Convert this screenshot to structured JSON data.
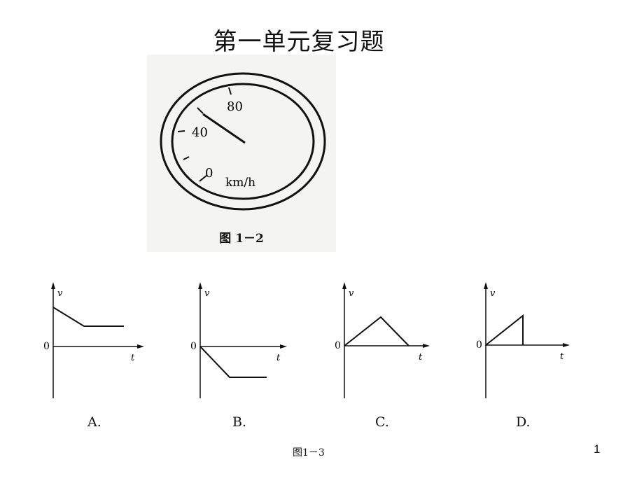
{
  "slide": {
    "title": "第一单元复习题",
    "page_number": "1"
  },
  "speedometer": {
    "tick_labels": [
      "80",
      "40",
      "0"
    ],
    "unit": "km/h",
    "caption": "图 1－2"
  },
  "graphs": {
    "axis_v": "v",
    "axis_t": "t",
    "origin": "0",
    "options": [
      {
        "label": "A.",
        "shape": "decreasing-then-constant"
      },
      {
        "label": "B.",
        "shape": "negative-decreasing-then-constant"
      },
      {
        "label": "C.",
        "shape": "rise-then-fall-to-zero"
      },
      {
        "label": "D.",
        "shape": "rise-then-drop-to-zero"
      }
    ],
    "caption": "图1－3"
  }
}
